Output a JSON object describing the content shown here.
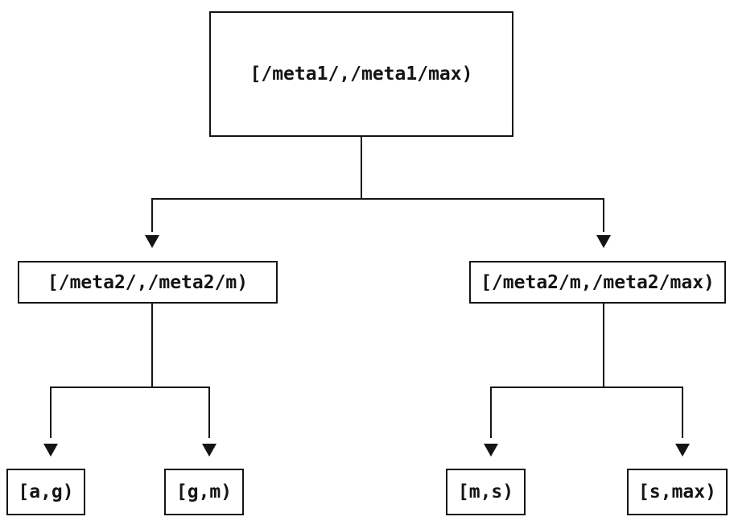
{
  "diagram": {
    "type": "tree",
    "background_color": "#ffffff",
    "line_color": "#141414",
    "text_color": "#141414",
    "tree": {
      "root": {
        "label": "[/meta1/,/meta1/max)"
      },
      "children": [
        {
          "label": "[/meta2/,/meta2/m)",
          "children": [
            {
              "label": "[a,g)"
            },
            {
              "label": "[g,m)"
            }
          ]
        },
        {
          "label": "[/meta2/m,/meta2/max)",
          "children": [
            {
              "label": "[m,s)"
            },
            {
              "label": "[s,max)"
            }
          ]
        }
      ]
    }
  }
}
